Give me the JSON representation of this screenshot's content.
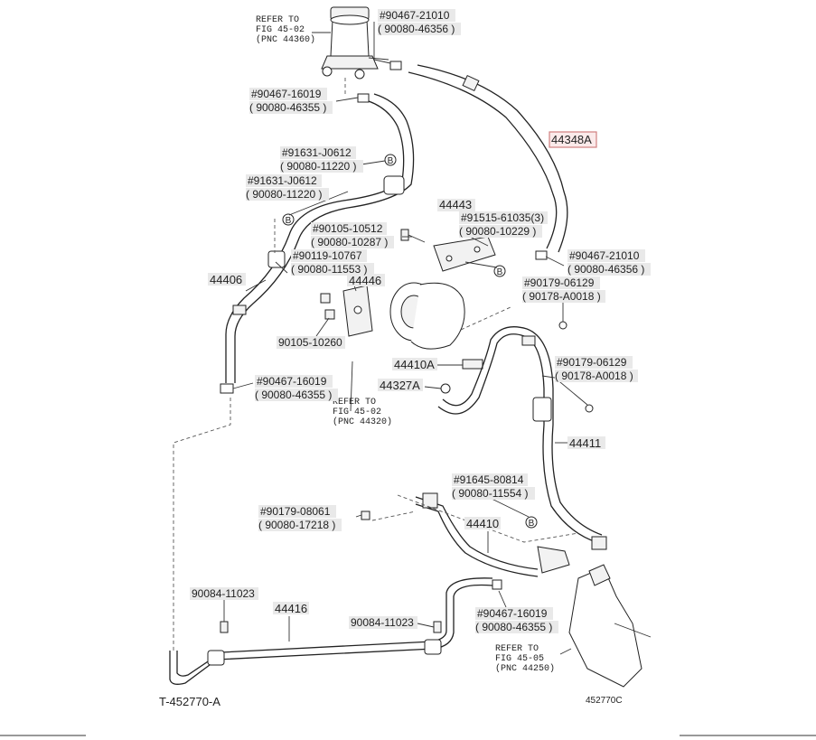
{
  "refer_top": {
    "l1": "REFER TO",
    "l2": "FIG  45-02",
    "l3": "(PNC 44360)"
  },
  "refer_mid": {
    "l1": "REFER TO",
    "l2": "FIG  45-02",
    "l3": "(PNC 44320)"
  },
  "refer_bot": {
    "l1": "REFER TO",
    "l2": "FIG  45-05",
    "l3": "(PNC 44250)"
  },
  "labels": {
    "p90467_21010_top": "#90467-21010",
    "p90080_46356_top": "( 90080-46356  )",
    "p90467_16019_a": "#90467-16019",
    "p90080_46355_a": "( 90080-46355  )",
    "p44348A": "44348A",
    "p91631_J0612_a": "#91631-J0612",
    "p90080_11220_a": "( 90080-11220  )",
    "p91631_J0612_b": "#91631-J0612",
    "p90080_11220_b": "( 90080-11220  )",
    "p44443": "44443",
    "p90105_10512": "#90105-10512",
    "p90080_10287": "( 90080-10287  )",
    "p91515_61035": "#91515-61035(3)",
    "p90080_10229": "( 90080-10229  )",
    "p90119_10767": "#90119-10767",
    "p90080_11553": "( 90080-11553  )",
    "p90467_21010_mid": "#90467-21010",
    "p90080_46356_mid": "( 90080-46356  )",
    "p44406": "44406",
    "p44446": "44446",
    "p90179_06129_a": "#90179-06129",
    "p90178_A0018_a": "( 90178-A0018  )",
    "p90105_10260": "90105-10260",
    "p44410A": "44410A",
    "p90179_06129_b": "#90179-06129",
    "p90178_A0018_b": "( 90178-A0018  )",
    "p44327A": "44327A",
    "p90467_16019_b": "#90467-16019",
    "p90080_46355_b": "( 90080-46355  )",
    "p44411": "44411",
    "p91645_80814": "#91645-80814",
    "p90080_11554": "( 90080-11554  )",
    "p90179_08061": "#90179-08061",
    "p90080_17218": "( 90080-17218  )",
    "p44410": "44410",
    "p90084_11023_a": "90084-11023",
    "p44416": "44416",
    "p90084_11023_b": "90084-11023",
    "p90467_16019_c": "#90467-16019",
    "p90080_46355_c": "( 90080-46355  )",
    "clip_b": "B"
  },
  "footer": {
    "diagram_id": "T-452770-A",
    "code": "452770C"
  }
}
